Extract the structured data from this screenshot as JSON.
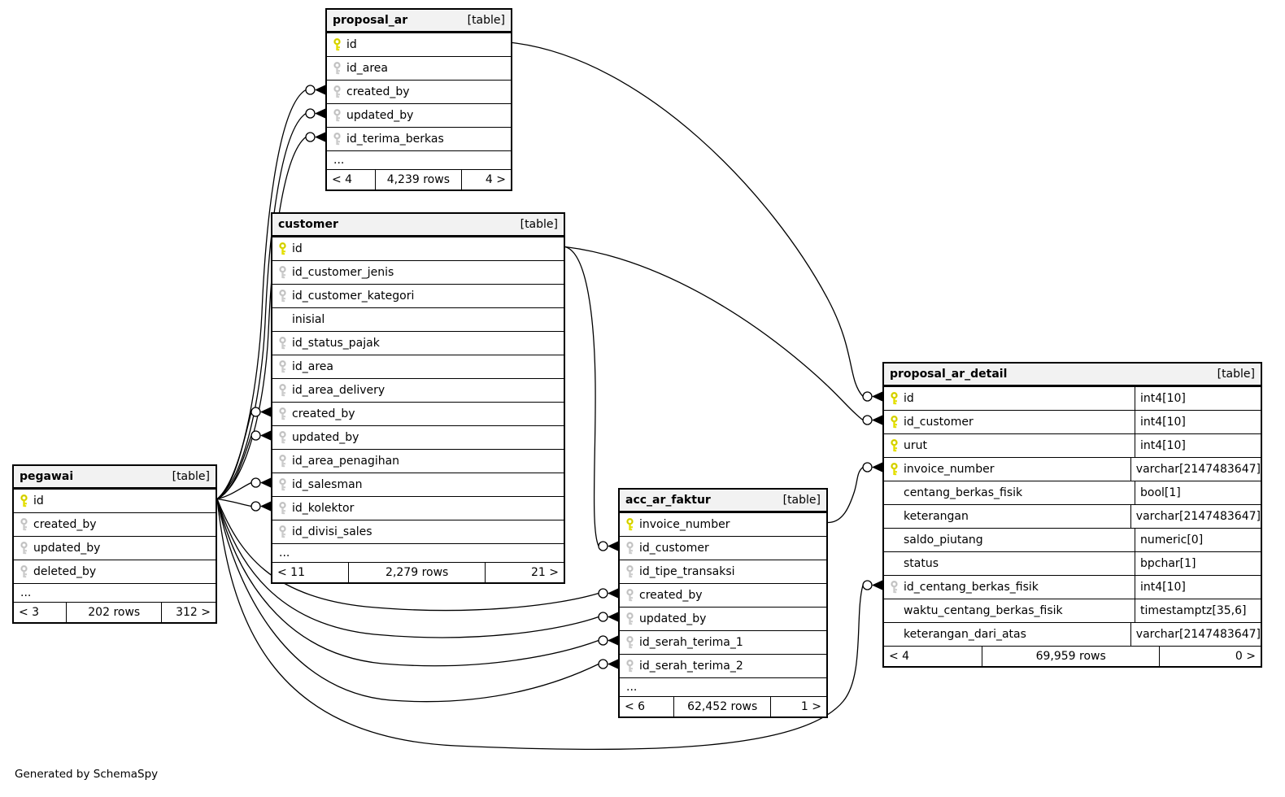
{
  "note": "Generated by SchemaSpy",
  "colors": {
    "primary_key": "#e3df00",
    "primary_key_stroke": "#b8b400",
    "foreign_key": "#cccccc",
    "foreign_key_stroke": "#b5b5b5",
    "header_bg": "#f2f2f2",
    "edge": "#000000"
  },
  "tables": [
    {
      "id": "proposal_ar",
      "name": "proposal_ar",
      "tag": "[table]",
      "columns": [
        {
          "name": "id",
          "key": "primary"
        },
        {
          "name": "id_area",
          "key": "foreign"
        },
        {
          "name": "created_by",
          "key": "foreign"
        },
        {
          "name": "updated_by",
          "key": "foreign"
        },
        {
          "name": "id_terima_berkas",
          "key": "foreign"
        }
      ],
      "ellipsis": "...",
      "footer": {
        "left": "< 4",
        "center": "4,239 rows",
        "right": "4 >"
      }
    },
    {
      "id": "customer",
      "name": "customer",
      "tag": "[table]",
      "columns": [
        {
          "name": "id",
          "key": "primary"
        },
        {
          "name": "id_customer_jenis",
          "key": "foreign"
        },
        {
          "name": "id_customer_kategori",
          "key": "foreign"
        },
        {
          "name": "inisial",
          "key": "none"
        },
        {
          "name": "id_status_pajak",
          "key": "foreign"
        },
        {
          "name": "id_area",
          "key": "foreign"
        },
        {
          "name": "id_area_delivery",
          "key": "foreign"
        },
        {
          "name": "created_by",
          "key": "foreign"
        },
        {
          "name": "updated_by",
          "key": "foreign"
        },
        {
          "name": "id_area_penagihan",
          "key": "foreign"
        },
        {
          "name": "id_salesman",
          "key": "foreign"
        },
        {
          "name": "id_kolektor",
          "key": "foreign"
        },
        {
          "name": "id_divisi_sales",
          "key": "foreign"
        }
      ],
      "ellipsis": "...",
      "footer": {
        "left": "< 11",
        "center": "2,279 rows",
        "right": "21 >"
      }
    },
    {
      "id": "pegawai",
      "name": "pegawai",
      "tag": "[table]",
      "columns": [
        {
          "name": "id",
          "key": "primary"
        },
        {
          "name": "created_by",
          "key": "foreign"
        },
        {
          "name": "updated_by",
          "key": "foreign"
        },
        {
          "name": "deleted_by",
          "key": "foreign"
        }
      ],
      "ellipsis": "...",
      "footer": {
        "left": "< 3",
        "center": "202 rows",
        "right": "312 >"
      }
    },
    {
      "id": "acc_ar_faktur",
      "name": "acc_ar_faktur",
      "tag": "[table]",
      "columns": [
        {
          "name": "invoice_number",
          "key": "primary"
        },
        {
          "name": "id_customer",
          "key": "foreign"
        },
        {
          "name": "id_tipe_transaksi",
          "key": "foreign"
        },
        {
          "name": "created_by",
          "key": "foreign"
        },
        {
          "name": "updated_by",
          "key": "foreign"
        },
        {
          "name": "id_serah_terima_1",
          "key": "foreign"
        },
        {
          "name": "id_serah_terima_2",
          "key": "foreign"
        }
      ],
      "ellipsis": "...",
      "footer": {
        "left": "< 6",
        "center": "62,452 rows",
        "right": "1 >"
      }
    },
    {
      "id": "proposal_ar_detail",
      "name": "proposal_ar_detail",
      "tag": "[table]",
      "columns": [
        {
          "name": "id",
          "key": "primary",
          "type": "int4[10]"
        },
        {
          "name": "id_customer",
          "key": "primary",
          "type": "int4[10]"
        },
        {
          "name": "urut",
          "key": "primary",
          "type": "int4[10]"
        },
        {
          "name": "invoice_number",
          "key": "primary",
          "type": "varchar[2147483647]"
        },
        {
          "name": "centang_berkas_fisik",
          "key": "none",
          "type": "bool[1]"
        },
        {
          "name": "keterangan",
          "key": "none",
          "type": "varchar[2147483647]"
        },
        {
          "name": "saldo_piutang",
          "key": "none",
          "type": "numeric[0]"
        },
        {
          "name": "status",
          "key": "none",
          "type": "bpchar[1]"
        },
        {
          "name": "id_centang_berkas_fisik",
          "key": "foreign",
          "type": "int4[10]"
        },
        {
          "name": "waktu_centang_berkas_fisik",
          "key": "none",
          "type": "timestamptz[35,6]"
        },
        {
          "name": "keterangan_dari_atas",
          "key": "none",
          "type": "varchar[2147483647]"
        }
      ],
      "footer": {
        "left": "< 4",
        "center": "69,959 rows",
        "right": "0 >"
      }
    }
  ],
  "relationships": [
    {
      "from": "pegawai.id",
      "to": "proposal_ar.created_by"
    },
    {
      "from": "pegawai.id",
      "to": "proposal_ar.updated_by"
    },
    {
      "from": "pegawai.id",
      "to": "proposal_ar.id_terima_berkas"
    },
    {
      "from": "pegawai.id",
      "to": "customer.created_by"
    },
    {
      "from": "pegawai.id",
      "to": "customer.updated_by"
    },
    {
      "from": "pegawai.id",
      "to": "customer.id_salesman"
    },
    {
      "from": "pegawai.id",
      "to": "customer.id_kolektor"
    },
    {
      "from": "pegawai.id",
      "to": "acc_ar_faktur.created_by"
    },
    {
      "from": "pegawai.id",
      "to": "acc_ar_faktur.updated_by"
    },
    {
      "from": "pegawai.id",
      "to": "acc_ar_faktur.id_serah_terima_1"
    },
    {
      "from": "pegawai.id",
      "to": "acc_ar_faktur.id_serah_terima_2"
    },
    {
      "from": "pegawai.id",
      "to": "proposal_ar_detail.id_centang_berkas_fisik"
    },
    {
      "from": "customer.id",
      "to": "acc_ar_faktur.id_customer"
    },
    {
      "from": "customer.id",
      "to": "proposal_ar_detail.id_customer"
    },
    {
      "from": "proposal_ar.id",
      "to": "proposal_ar_detail.id"
    },
    {
      "from": "acc_ar_faktur.invoice_number",
      "to": "proposal_ar_detail.invoice_number"
    }
  ]
}
